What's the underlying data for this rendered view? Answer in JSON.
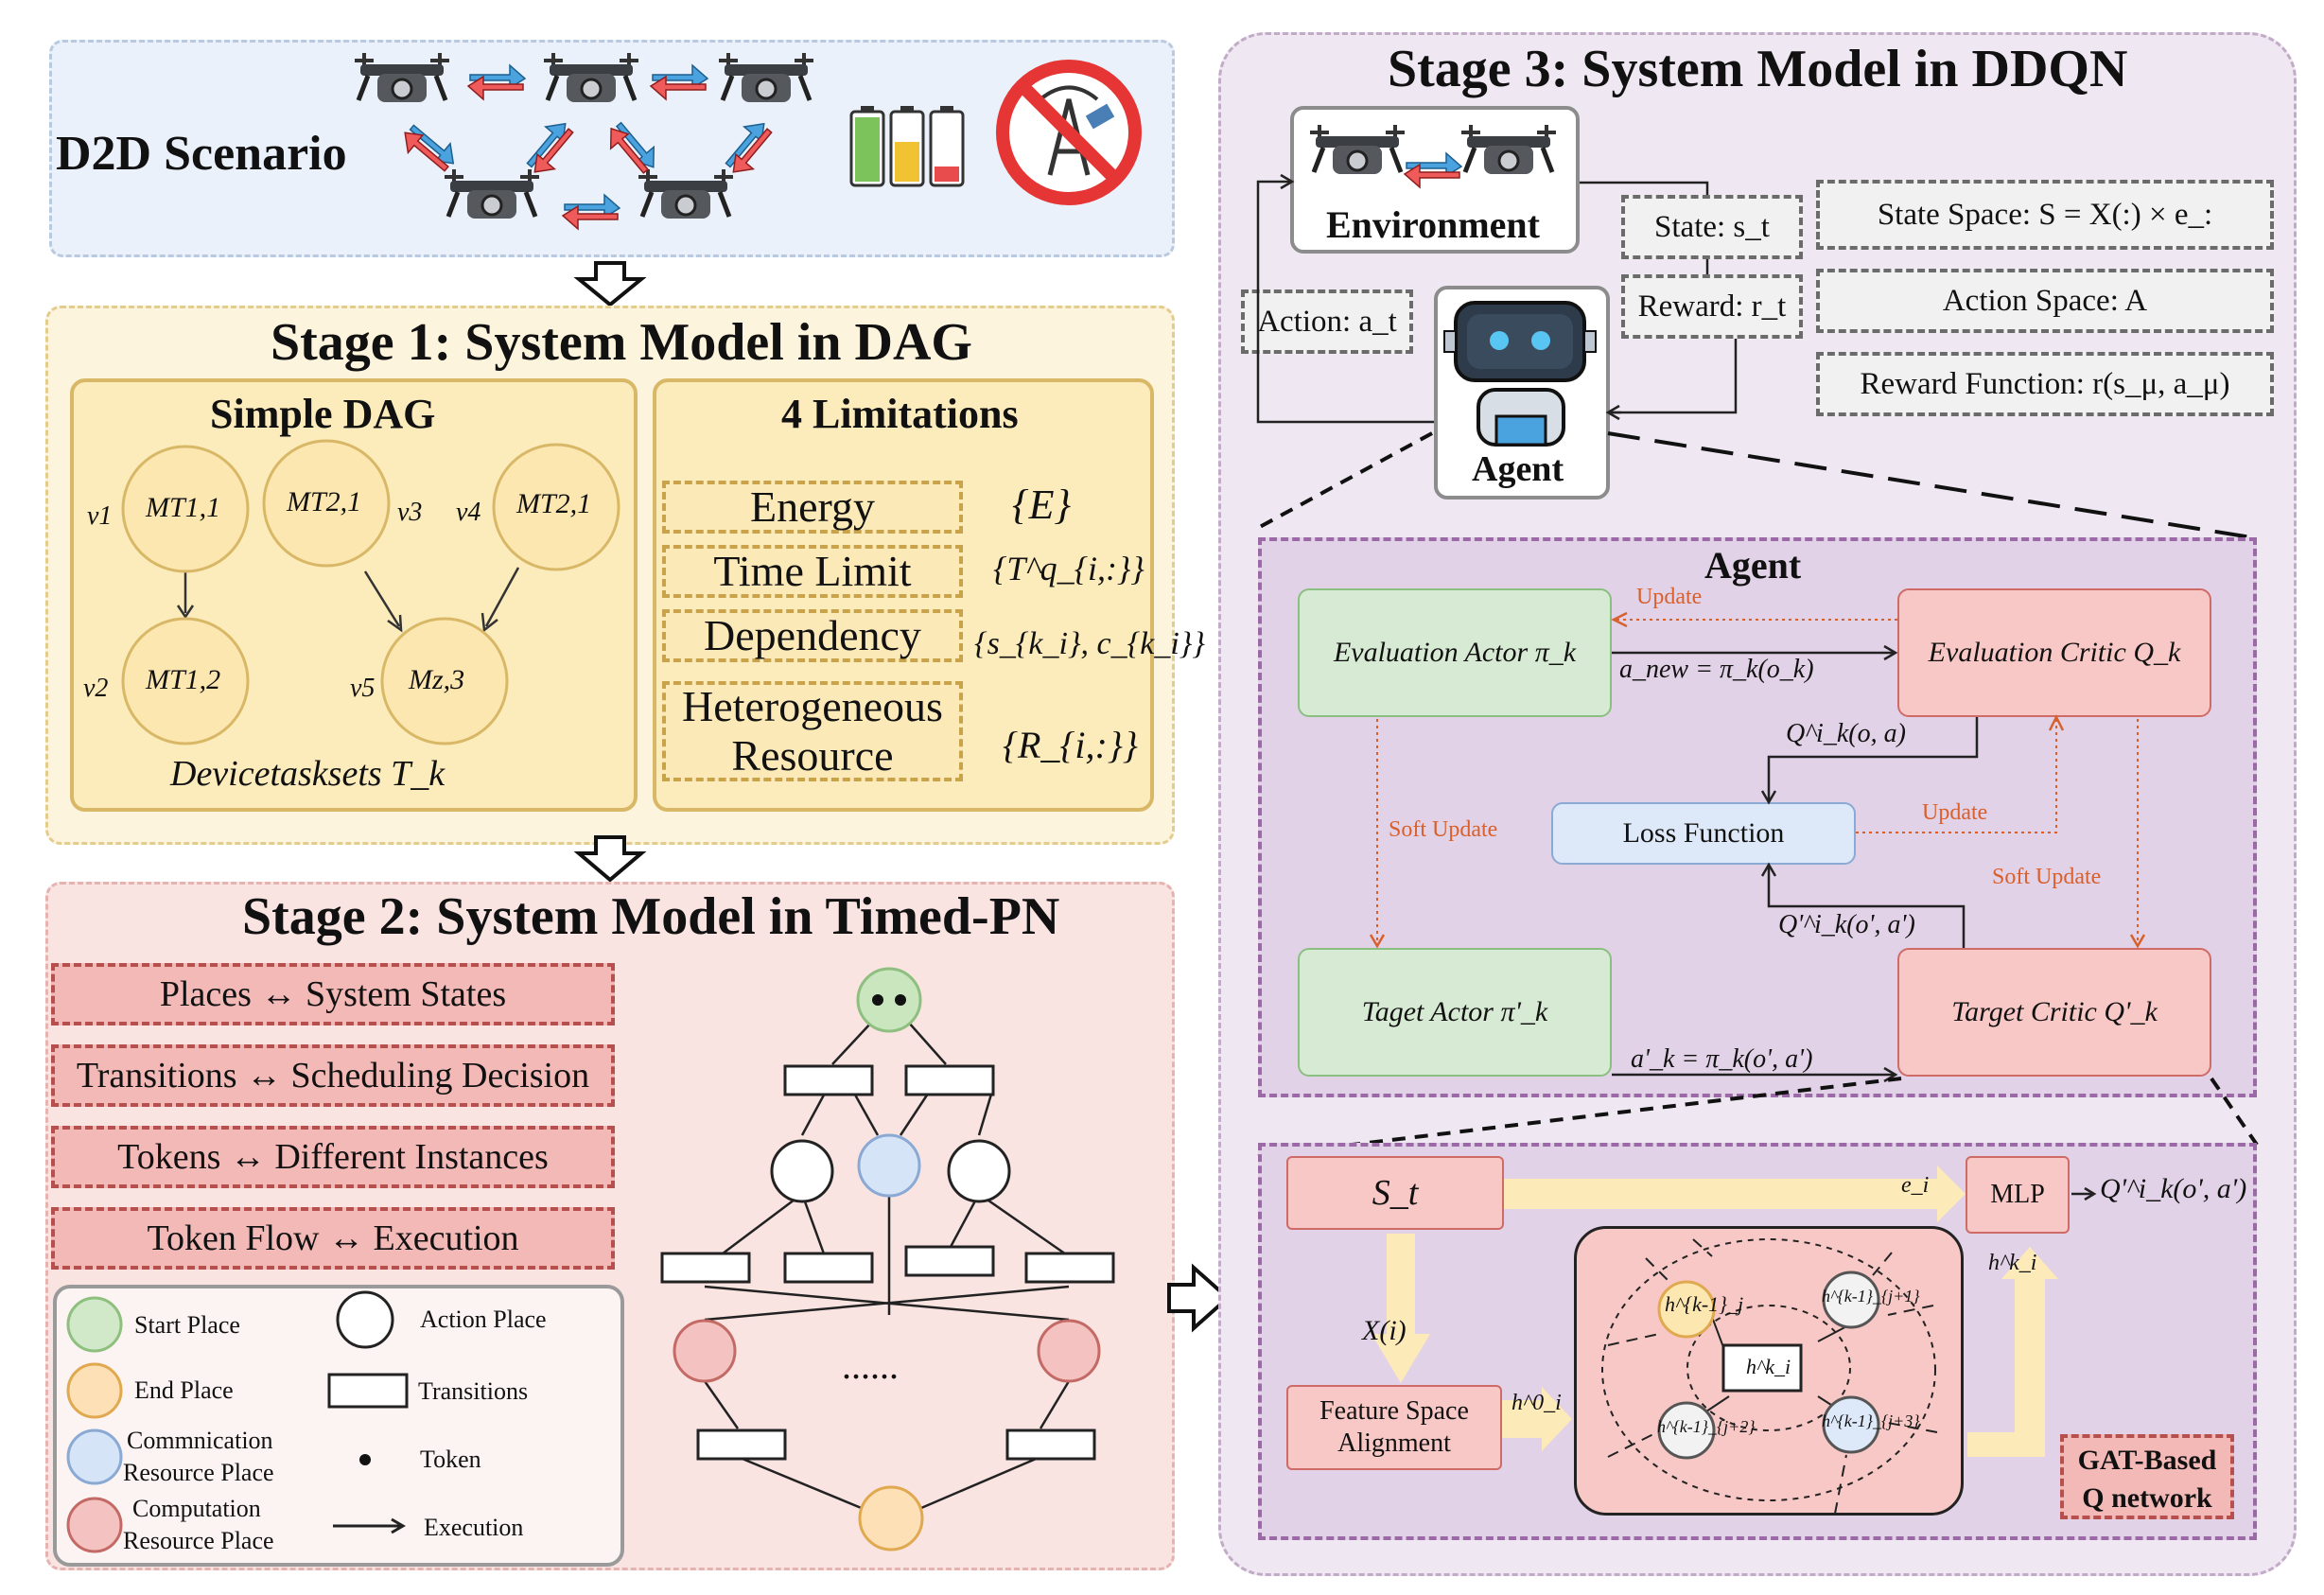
{
  "d2d": {
    "title": "D2D Scenario"
  },
  "stage1": {
    "title": "Stage 1: System Model in DAG",
    "simple_dag": {
      "title": "Simple DAG",
      "nodes": [
        "MT1,1",
        "MT2,1",
        "MT2,1",
        "MT1,2",
        "Mz,3"
      ],
      "vertex_labels": [
        "v1",
        "v3",
        "v4",
        "v2",
        "v5"
      ],
      "caption": "Devicetasksets T_k"
    },
    "limitations": {
      "title": "4 Limitations",
      "items": [
        {
          "name": "Energy",
          "symbol": "{E}"
        },
        {
          "name": "Time Limit",
          "symbol": "{T^q_{i,:}}"
        },
        {
          "name": "Dependency",
          "symbol": "{s_{k_i}, c_{k_i}}"
        },
        {
          "name": "Heterogeneous Resource",
          "symbol": "{R_{i,:}}"
        }
      ]
    }
  },
  "stage2": {
    "title": "Stage 2: System Model in Timed-PN",
    "mappings": [
      "Places ↔ System States",
      "Transitions ↔ Scheduling Decision",
      "Tokens ↔ Different Instances",
      "Token Flow ↔ Execution"
    ],
    "legend": {
      "start": "Start Place",
      "action": "Action Place",
      "end": "End Place",
      "transitions": "Transitions",
      "comm_line1": "Commnication",
      "comm_line2": "Resource Place",
      "token": "Token",
      "comp_line1": "Computation",
      "comp_line2": "Resource Place",
      "execution": "Execution"
    },
    "ellipsis": "......"
  },
  "stage3": {
    "title": "Stage 3: System Model in DDQN",
    "environment": "Environment",
    "agent_label": "Agent",
    "state": "State: s_t",
    "reward": "Reward: r_t",
    "action": "Action: a_t",
    "state_space": "State Space: S = X(:) × e_:",
    "action_space": "Action Space: A",
    "reward_fn": "Reward Function: r(s_μ, a_μ)",
    "agent_panel": {
      "title": "Agent",
      "eval_actor": "Evaluation Actor π_k",
      "eval_critic": "Evaluation Critic Q_k",
      "loss": "Loss Function",
      "target_actor": "Taget Actor π'_k",
      "target_critic": "Target Critic Q'_k",
      "update1": "Update",
      "update2": "Update",
      "soft1": "Soft Update",
      "soft2": "Soft Update",
      "a_new": "a_new = π_k(o_k)",
      "q_eval": "Q^i_k(o, a)",
      "q_target": "Q'^i_k(o', a')",
      "a_prime": "a'_k = π_k(o', a')"
    },
    "gat_panel": {
      "st": "S_t",
      "ei": "e_i",
      "mlp": "MLP",
      "q_out": "Q'^i_k(o', a')",
      "hi": "h^k_i",
      "xi": "X(i)",
      "fsa_line1": "Feature Space",
      "fsa_line2": "Alignment",
      "hi0": "h^0_i",
      "gat_line1": "GAT-Based",
      "gat_line2": "Q network",
      "nodes": [
        "h^{k-1}_j",
        "h^{k-1}_{j+1}",
        "h^k_i",
        "h^{k-1}_{j+2}",
        "h^{k-1}_{j+3}"
      ]
    }
  },
  "colors": {
    "d2d_bg": "#eaf1fb",
    "stage1_bg": "#fdf4dd",
    "stage2_bg": "#f9e4e2",
    "stage3_bg": "#efe7f1",
    "agent_panel_bg": "#e2d2e7",
    "green_node": "#d9ecd6",
    "red_node": "#f7c8c5",
    "blue_node": "#dde9f8",
    "yellow_node": "#fdeab9",
    "update_orange": "#d8602c"
  }
}
